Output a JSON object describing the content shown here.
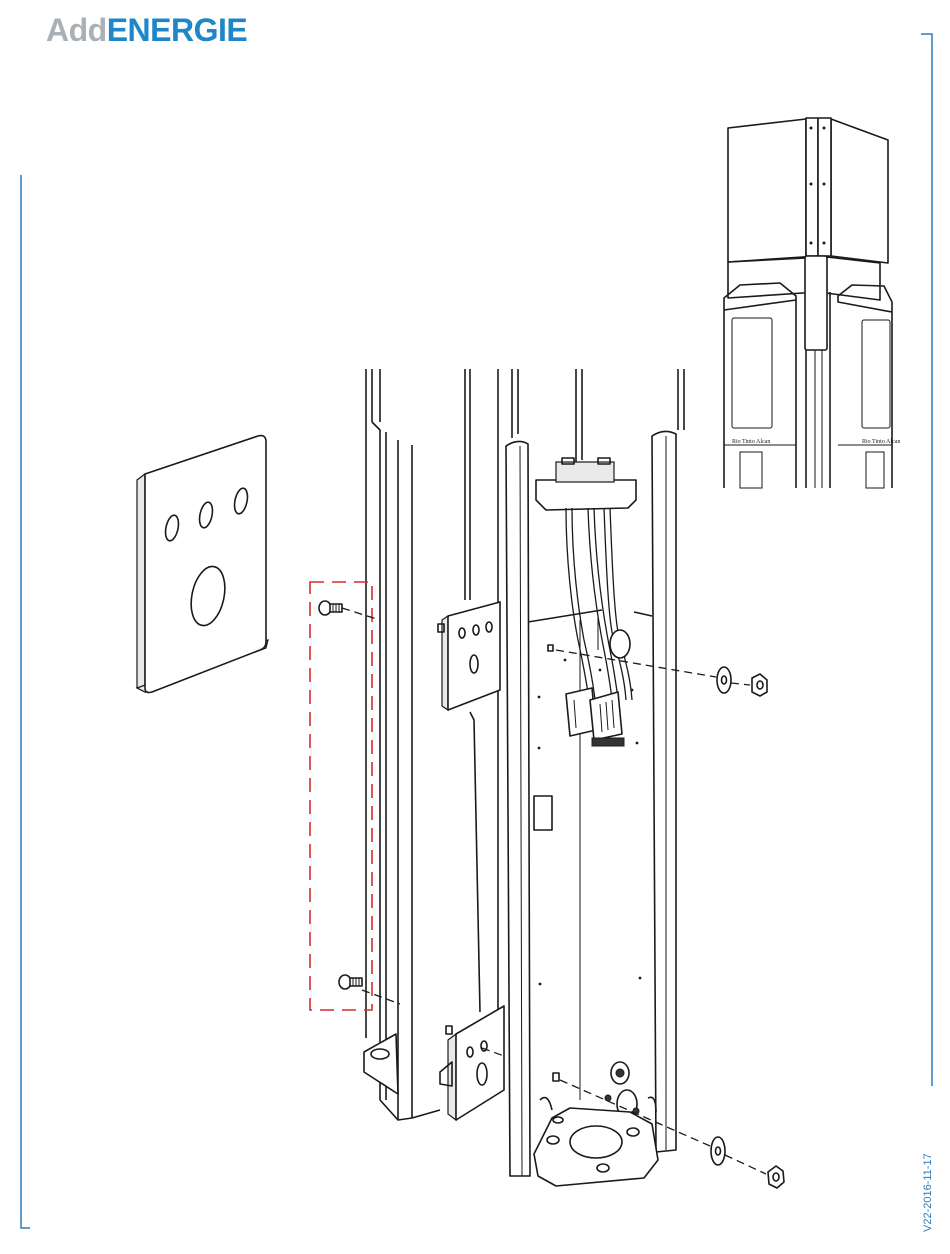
{
  "header": {
    "logo_add": "Add",
    "logo_energie": "ENERGIE"
  },
  "footer": {
    "version": "V22-2016-11-17"
  },
  "thumbnail": {
    "brand_left": "Rio Tinto Alcan",
    "brand_right": "Rio Tinto Alcan"
  },
  "colors": {
    "brand_blue": "#1f86c8",
    "brand_gray": "#a9b0b6",
    "frame_blue": "#2b7bc0",
    "highlight_red": "#d32f2f"
  }
}
